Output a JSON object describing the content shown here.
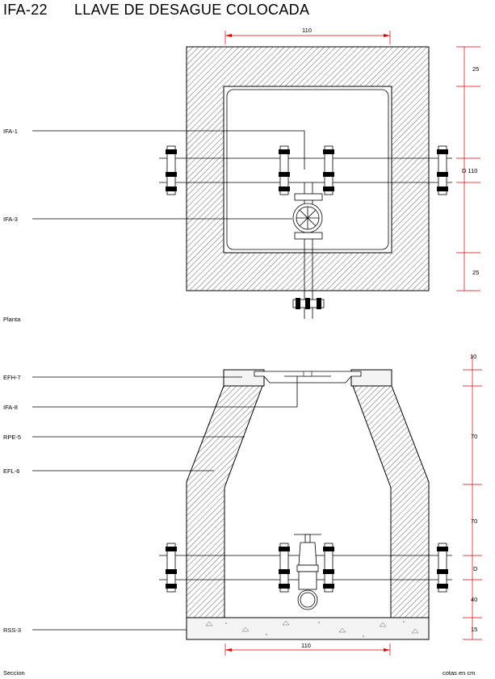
{
  "title": {
    "code": "IFA-22",
    "text": "LLAVE DE DESAGUE COLOCADA"
  },
  "plan": {
    "labels": [
      "IFA-1",
      "IFA-3"
    ],
    "view_name": "Planta",
    "dims": {
      "top": "110",
      "right_top": "25",
      "right_mid": "D 110",
      "right_bottom": "25"
    }
  },
  "section": {
    "labels": [
      "EFH-7",
      "IFA-8",
      "RPE-5",
      "EFL-6",
      "RSS-3"
    ],
    "view_name": "Seccion",
    "dims": {
      "r10": "10",
      "r70a": "70",
      "r70b": "70",
      "rD": "D",
      "r40": "40",
      "r15": "15",
      "bottom": "110"
    },
    "units_note": "cotas en cm"
  },
  "colors": {
    "dimension": "#e00000",
    "line": "#000000"
  }
}
